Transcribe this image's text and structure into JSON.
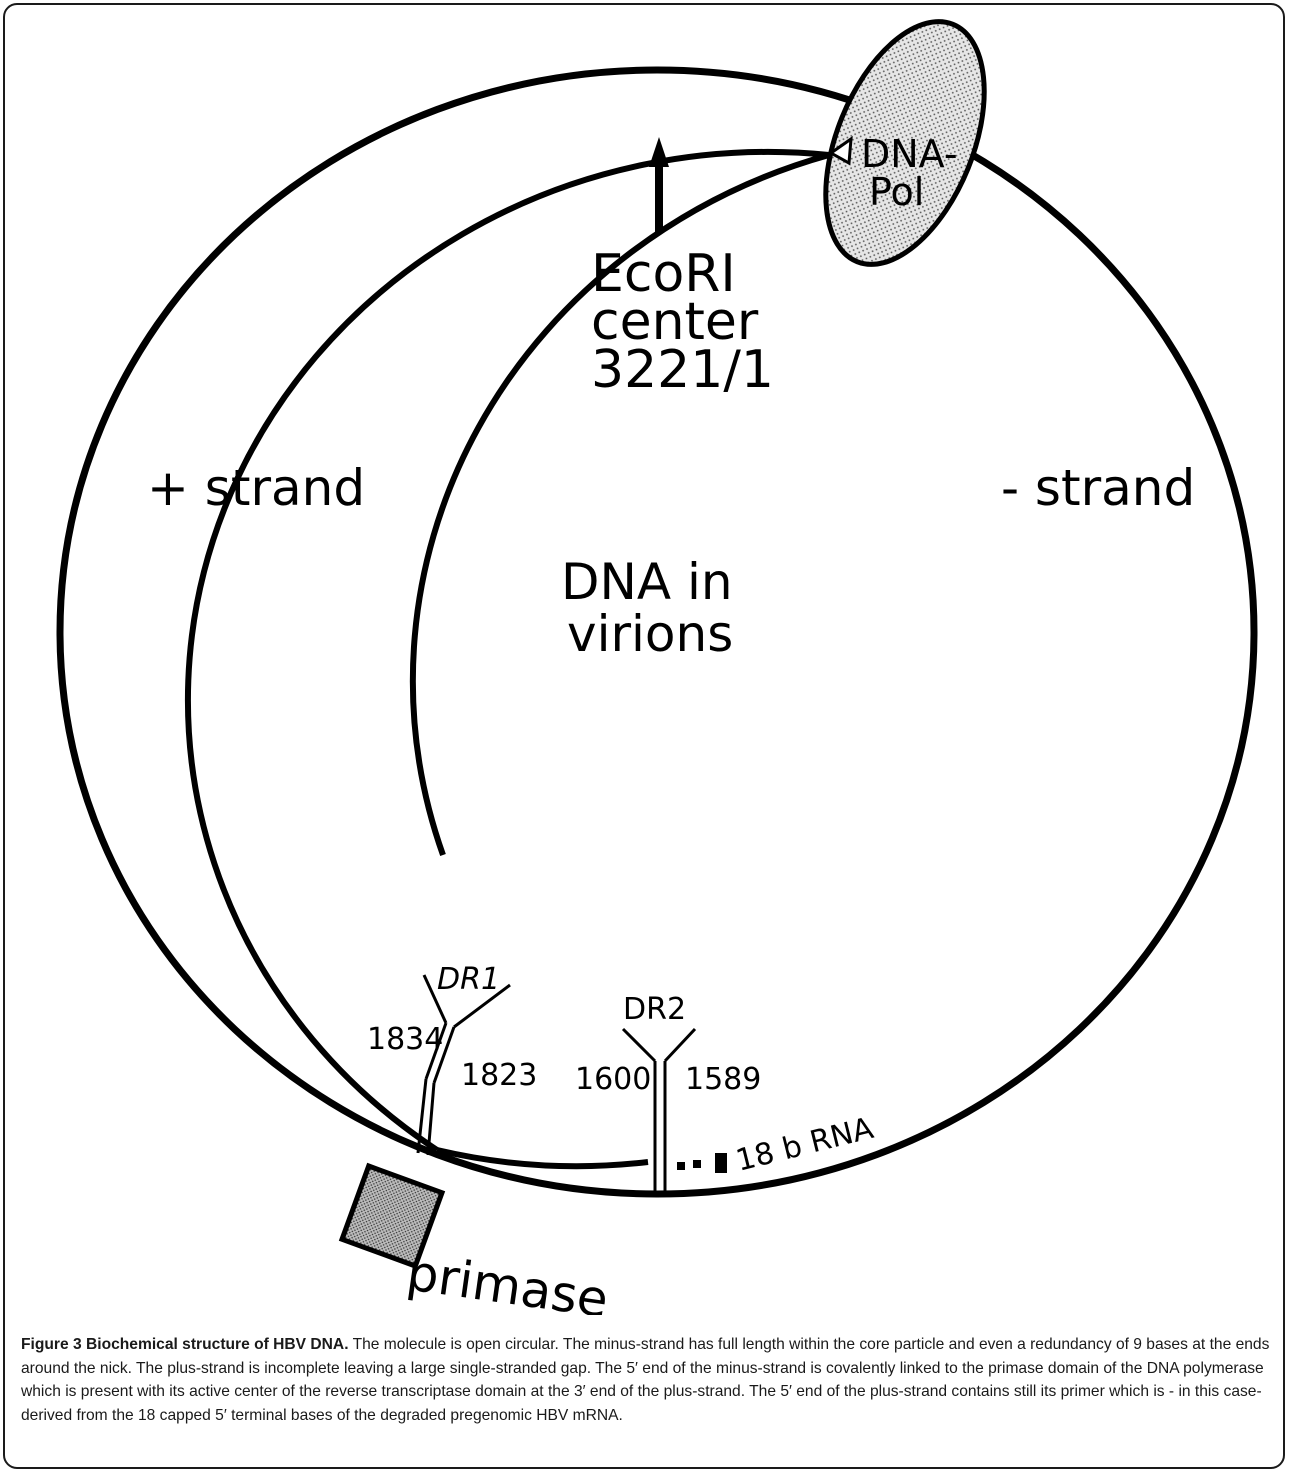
{
  "diagram": {
    "labels": {
      "ecori_line1": "EcoRI",
      "ecori_line2": "center",
      "ecori_line3": "3221/1",
      "dnapol_line1": "DNA-",
      "dnapol_line2": "Pol",
      "plus_strand": "+ strand",
      "minus_strand": "- strand",
      "center_line1": "DNA in",
      "center_line2": "virions",
      "dr1": "DR1",
      "dr1_left": "1834",
      "dr1_right": "1823",
      "dr2": "DR2",
      "dr2_left": "1600",
      "dr2_right": "1589",
      "rna": "18 b RNA",
      "primase": "primase"
    }
  },
  "caption": {
    "label": "Figure 3 Biochemical structure of HBV DNA.",
    "text": " The molecule is open circular. The minus-strand has full length within the core particle and even a redundancy of 9 bases at the ends around the nick. The plus-strand is incomplete leaving a large single-stranded gap. The 5′ end of the minus-strand is covalently linked to the primase domain of the DNA polymerase which is present with its active center of the reverse transcriptase domain at the 3′ end of the plus-strand. The 5′ end of the plus-strand contains still its primer which is - in this case- derived from the 18 capped 5′ terminal bases of the degraded pregenomic HBV mRNA."
  }
}
